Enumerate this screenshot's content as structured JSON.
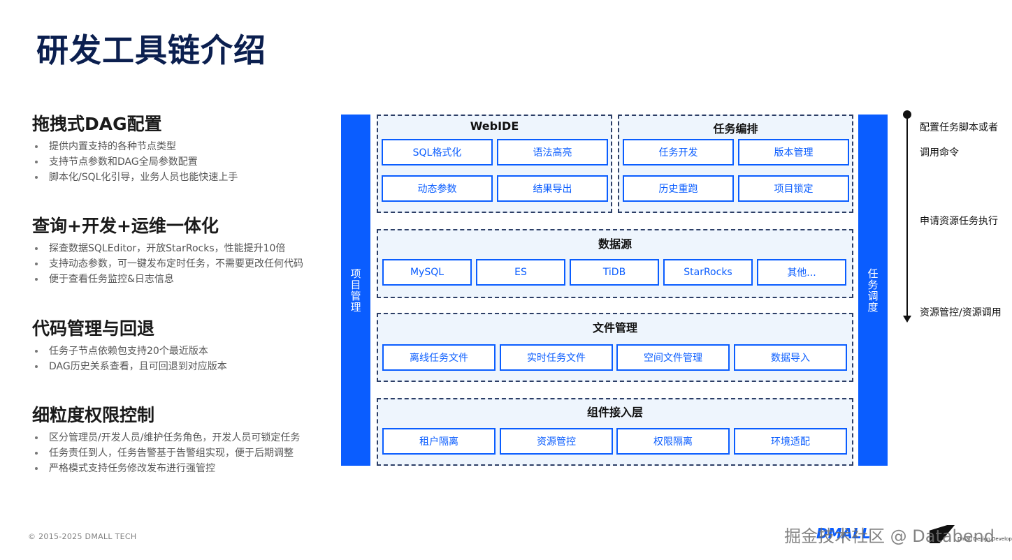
{
  "page": {
    "title": "研发工具链介绍"
  },
  "sections": [
    {
      "heading": "拖拽式DAG配置",
      "bullets": [
        "提供内置支持的各种节点类型",
        "支持节点参数和DAG全局参数配置",
        "脚本化/SQL化引导，业务人员也能快速上手"
      ]
    },
    {
      "heading": "查询+开发+运维一体化",
      "bullets": [
        "探查数据SQLEditor，开放StarRocks，性能提升10倍",
        "支持动态参数，可一键发布定时任务，不需要更改任何代码",
        "便于查看任务监控&日志信息"
      ]
    },
    {
      "heading": "代码管理与回退",
      "bullets": [
        "任务子节点依赖包支持20个最近版本",
        "DAG历史关系查看，且可回退到对应版本"
      ]
    },
    {
      "heading": "细粒度权限控制",
      "bullets": [
        "区分管理员/开发人员/维护任务角色，开发人员可锁定任务",
        "任务责任到人，任务告警基于告警组实现，便于后期调整",
        "严格模式支持任务修改发布进行强管控"
      ]
    }
  ],
  "diagram": {
    "left_bar": "项目管理",
    "right_bar": "任务调度",
    "webide": {
      "title": "WebIDE",
      "items": [
        "SQL格式化",
        "语法高亮",
        "动态参数",
        "结果导出"
      ]
    },
    "orchestration": {
      "title": "任务编排",
      "items": [
        "任务开发",
        "版本管理",
        "历史重跑",
        "项目锁定"
      ]
    },
    "datasource": {
      "title": "数据源",
      "items": [
        "MySQL",
        "ES",
        "TiDB",
        "StarRocks",
        "其他..."
      ]
    },
    "files": {
      "title": "文件管理",
      "items": [
        "离线任务文件",
        "实时任务文件",
        "空间文件管理",
        "数据导入"
      ]
    },
    "components": {
      "title": "组件接入层",
      "items": [
        "租户隔离",
        "资源管控",
        "权限隔离",
        "环境适配"
      ]
    }
  },
  "timeline": {
    "items": [
      "配置任务脚本或者",
      "调用命令",
      "申请资源任务执行",
      "资源管控/资源调用"
    ]
  },
  "footer": {
    "copyright": "© 2015-2025 DMALL TECH",
    "logo_text": "DMALL",
    "logo_sub": "Dmall Design Develop",
    "watermark": "掘金技术社区 @ Databend"
  },
  "colors": {
    "accent": "#0a5dff",
    "title": "#0b1f4f",
    "panel_bg": "#eef5fd"
  }
}
